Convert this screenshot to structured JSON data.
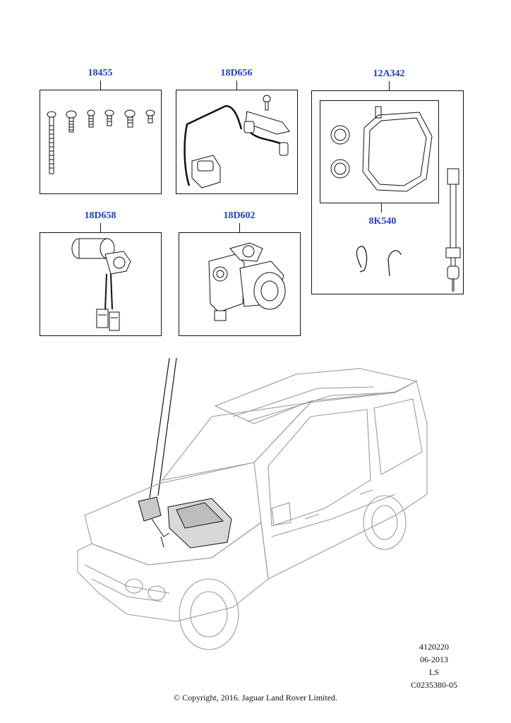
{
  "parts": {
    "p18455": "18455",
    "p18D656": "18D656",
    "p12A342": "12A342",
    "p8K540": "8K540",
    "p18D658": "18D658",
    "p18D602": "18D602"
  },
  "footer": {
    "drawing_number": "4120220",
    "date": "06-2013",
    "code": "LS",
    "reference": "C0235380-05",
    "copyright": "© Copyright, 2016. Jaguar Land Rover Limited."
  },
  "colors": {
    "label_blue": "#1f3fd0",
    "line": "#111111",
    "vehicle_line": "#9a9a9a"
  }
}
